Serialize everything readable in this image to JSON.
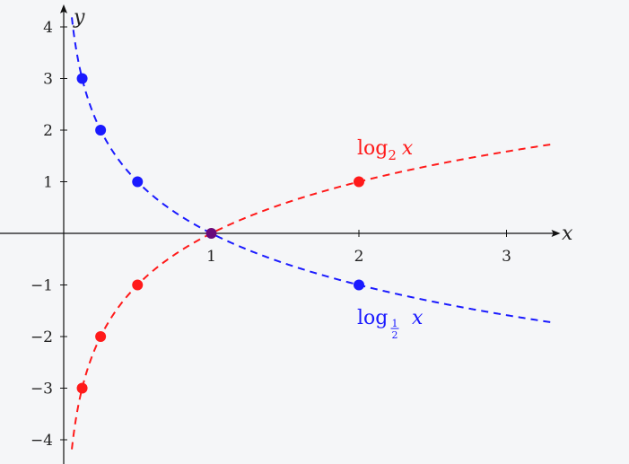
{
  "chart_data": {
    "type": "line",
    "title": "",
    "xlabel": "x",
    "ylabel": "y",
    "xlim": [
      -0.43,
      3.3
    ],
    "ylim": [
      -4.4,
      4.4
    ],
    "x_ticks": [
      1,
      2,
      3
    ],
    "y_ticks": [
      -4,
      -3,
      -2,
      -1,
      1,
      2,
      3,
      4
    ],
    "x_tick_labels": [
      "1",
      "2",
      "3"
    ],
    "y_tick_labels": [
      "−4",
      "−3",
      "−2",
      "−1",
      "1",
      "2",
      "3",
      "4"
    ],
    "grid": false,
    "series": [
      {
        "label_base": "log",
        "label_sub": "2",
        "label_var": "x",
        "color": "#ff1a1a",
        "style": "dashed",
        "function": "log2(x)",
        "points": [
          {
            "x": 0.125,
            "y": -3
          },
          {
            "x": 0.25,
            "y": -2
          },
          {
            "x": 0.5,
            "y": -1
          },
          {
            "x": 2,
            "y": 1
          }
        ]
      },
      {
        "label_base": "log",
        "label_sub_num": "1",
        "label_sub_den": "2",
        "label_var": "x",
        "color": "#1a1aff",
        "style": "dashed",
        "function": "log_{1/2}(x)",
        "points": [
          {
            "x": 0.125,
            "y": 3
          },
          {
            "x": 0.25,
            "y": 2
          },
          {
            "x": 0.5,
            "y": 1
          },
          {
            "x": 2,
            "y": -1
          }
        ]
      }
    ],
    "intersection": {
      "x": 1,
      "y": 0,
      "color": "#6a0a7a"
    }
  }
}
